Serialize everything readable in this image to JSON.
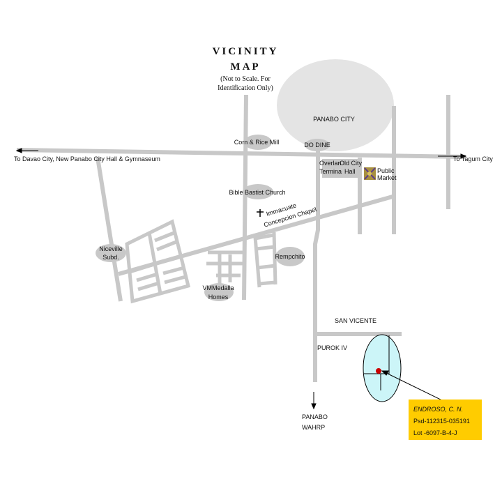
{
  "title": {
    "line1": "VICINITY",
    "line2": "MAP",
    "note1": "(Not to Scale. For",
    "note2": "Identification Only)"
  },
  "city": "PANABO CITY",
  "directions": {
    "west": "To Davao City, New Panabo City Hall & Gymnaseum",
    "east": "To Tagum City",
    "south1": "PANABO",
    "south2": "WAHRP"
  },
  "landmarks": {
    "corn_rice_mill": "Corn & Rice Mill",
    "do_dine": "DO DINE",
    "overland_terminal_1": "Overlan",
    "overland_terminal_2": "Termina",
    "old_city_hall_1": "Old City",
    "old_city_hall_2": "Hall",
    "public_market_1": "Public",
    "public_market_2": "Market",
    "bible_baptist": "Bible Bastist Church",
    "chapel_1": "Immacuate",
    "chapel_2": "Concepcion Chapel",
    "niceville_1": "Niceville",
    "niceville_2": "Subd.",
    "rempchito": "Rempchito",
    "vmmedalla_1": "VMMedalla",
    "vmmedalla_2": "Homes",
    "san_vicente": "SAN VICENTE",
    "purok": "PUROK IV"
  },
  "lot_info": {
    "owner": "ENDROSO, C. N.",
    "psd": "Psd-112315-035191",
    "lot": "Lot -6097-B-4-J"
  },
  "colors": {
    "road": "#c8c8c8",
    "site_area": "#ccf5f8",
    "label_box": "#ffcc00",
    "site_marker": "#cc0000"
  }
}
